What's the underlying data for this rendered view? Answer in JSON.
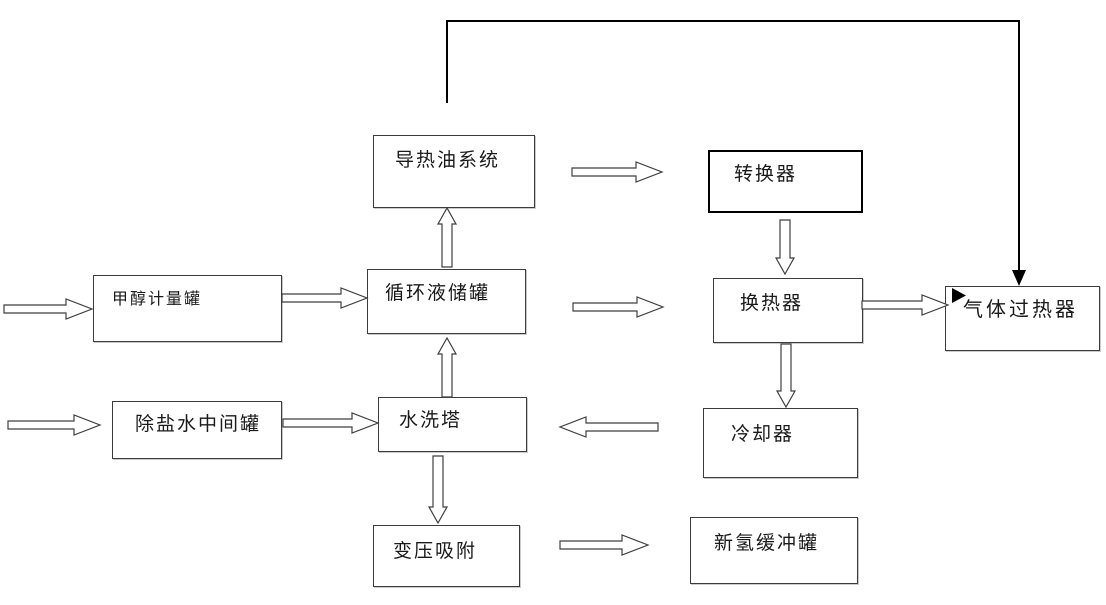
{
  "diagram": {
    "nodes": {
      "heat_transfer_oil_system": {
        "label": "导热油系统"
      },
      "converter": {
        "label": "转换器"
      },
      "methanol_metering_tank": {
        "label": "甲醇计量罐"
      },
      "circulating_liquid_tank": {
        "label": "循环液储罐"
      },
      "heat_exchanger": {
        "label": "换热器"
      },
      "gas_superheater": {
        "label": "气体过热器"
      },
      "desalted_water_tank": {
        "label": "除盐水中间罐"
      },
      "water_wash_tower": {
        "label": "水洗塔"
      },
      "cooler": {
        "label": "冷却器"
      },
      "psa_unit": {
        "label": "变压吸附"
      },
      "hydrogen_buffer_tank": {
        "label": "新氢缓冲罐"
      }
    },
    "connectors": [
      {
        "from": "external-inlet",
        "to": "methanol_metering_tank",
        "style": "block-arrow",
        "direction": "right"
      },
      {
        "from": "methanol_metering_tank",
        "to": "circulating_liquid_tank",
        "style": "block-arrow",
        "direction": "right"
      },
      {
        "from": "external-inlet",
        "to": "desalted_water_tank",
        "style": "block-arrow",
        "direction": "right"
      },
      {
        "from": "desalted_water_tank",
        "to": "water_wash_tower",
        "style": "block-arrow",
        "direction": "right"
      },
      {
        "from": "circulating_liquid_tank",
        "to": "heat_exchanger",
        "style": "block-arrow",
        "direction": "right"
      },
      {
        "from": "heat_transfer_oil_system",
        "to": "converter",
        "style": "block-arrow",
        "direction": "right"
      },
      {
        "from": "heat_exchanger",
        "to": "gas_superheater",
        "style": "block-arrow",
        "direction": "right"
      },
      {
        "from": "cooler",
        "to": "water_wash_tower",
        "style": "block-arrow",
        "direction": "left"
      },
      {
        "from": "psa_unit",
        "to": "hydrogen_buffer_tank",
        "style": "block-arrow",
        "direction": "right"
      },
      {
        "from": "circulating_liquid_tank",
        "to": "heat_transfer_oil_system",
        "style": "block-arrow",
        "direction": "up"
      },
      {
        "from": "water_wash_tower",
        "to": "circulating_liquid_tank",
        "style": "block-arrow",
        "direction": "up"
      },
      {
        "from": "converter",
        "to": "heat_exchanger",
        "style": "block-arrow",
        "direction": "down"
      },
      {
        "from": "heat_exchanger",
        "to": "cooler",
        "style": "block-arrow",
        "direction": "down"
      },
      {
        "from": "water_wash_tower",
        "to": "psa_unit",
        "style": "block-arrow",
        "direction": "down"
      },
      {
        "from": "heat_transfer_oil_system",
        "to": "gas_superheater",
        "style": "line-arrow",
        "direction": "up-right-down"
      }
    ],
    "colors": {
      "line": "#000000",
      "box_border": "#3c3c3c",
      "background": "#ffffff"
    }
  }
}
